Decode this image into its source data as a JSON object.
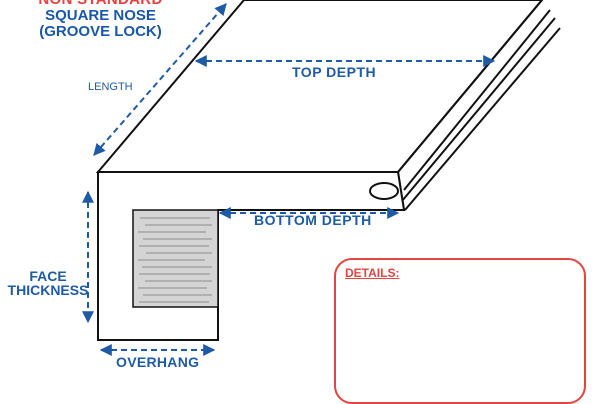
{
  "title": {
    "line1": "NON STANDARD",
    "line2": "SQUARE NOSE",
    "line3": "(GROOVE LOCK)"
  },
  "labels": {
    "length": "LENGTH",
    "top_depth": "TOP  DEPTH",
    "bottom_depth": "BOTTOM  DEPTH",
    "face_line1": "FACE",
    "face_line2": "THICKNESS",
    "overhang": "OVERHANG"
  },
  "details": {
    "label": "DETAILS:"
  },
  "colors": {
    "dimension_blue": "#1f5aa6",
    "accent_red": "#e24440",
    "outline": "#111111",
    "inset_fill": "#d4d4d4"
  }
}
